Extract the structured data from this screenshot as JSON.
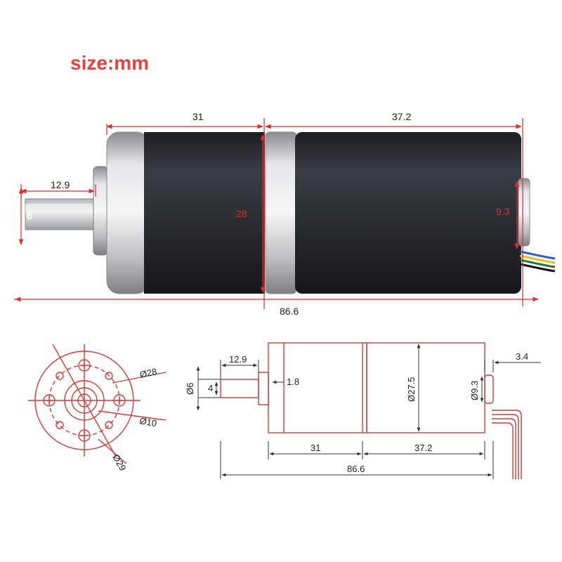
{
  "title": "size:mm",
  "colors": {
    "dimension": "#e32b2b",
    "body_dark": "#2a2d31",
    "metal": "#c8c9cc",
    "text": "#222222",
    "drawing_red": "#d63a3a"
  },
  "photo": {
    "dim_31": "31",
    "dim_37_2": "37.2",
    "dim_12_9": "12.9",
    "dim_6": "6",
    "dim_28": "28",
    "dim_9_3": "9.3",
    "dim_86_6": "86.6"
  },
  "front_view": {
    "d28": "Ø28",
    "d10": "Ø10",
    "d29": "Ø29"
  },
  "side_drawing": {
    "d6": "Ø6",
    "w4": "4",
    "len_12_9": "12.9",
    "len_1_8": "1.8",
    "d27_5": "Ø27.5",
    "d9_3": "Ø9.3",
    "len_3_4": "3.4",
    "len_31": "31",
    "len_37_2": "37.2",
    "len_86_6": "86.6"
  }
}
